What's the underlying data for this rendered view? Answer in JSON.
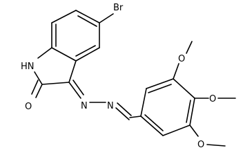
{
  "molecule": {
    "atom_labels": {
      "bromo": "Br",
      "nh": "HN",
      "carbonyl_oxygen": "O",
      "imine_nitrogen": "N",
      "azine_nitrogen": "N",
      "methoxy_top": "O",
      "methoxy_middle": "O",
      "methoxy_bottom": "O"
    }
  }
}
